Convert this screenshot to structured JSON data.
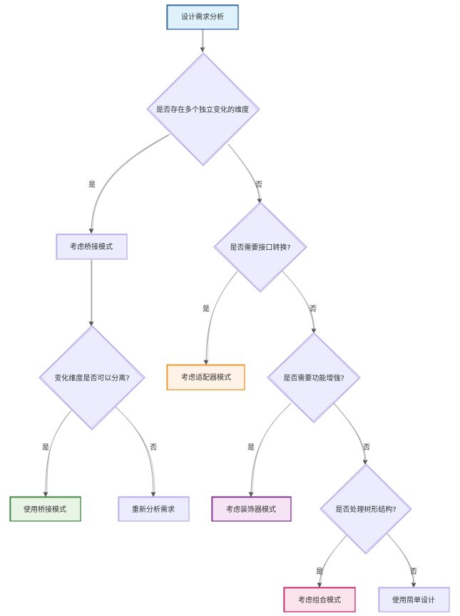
{
  "diagram": {
    "nodes": {
      "start": {
        "label": "设计需求分析",
        "fill": "#dff2fb",
        "stroke": "#1f5a96"
      },
      "q_dims": {
        "label": "是否存在多个独立变化的维度",
        "fill": "#ececfe",
        "stroke": "#b4a6e6"
      },
      "bridge": {
        "label": "考虑桥接模式",
        "fill": "#ececfe",
        "stroke": "#b4a6e6"
      },
      "q_interface": {
        "label": "是否需要接口转换?",
        "fill": "#ececfe",
        "stroke": "#b4a6e6"
      },
      "q_separable": {
        "label": "变化维度是否可以分离?",
        "fill": "#ececfe",
        "stroke": "#b4a6e6"
      },
      "adapter": {
        "label": "考虑适配器模式",
        "fill": "#fef3e6",
        "stroke": "#ef8c1a"
      },
      "q_enhance": {
        "label": "是否需要功能增强?",
        "fill": "#ececfe",
        "stroke": "#b4a6e6"
      },
      "use_bridge": {
        "label": "使用桥接模式",
        "fill": "#e8f4e4",
        "stroke": "#2e7d32"
      },
      "reanalyze": {
        "label": "重新分析需求",
        "fill": "#ececfe",
        "stroke": "#b4a6e6"
      },
      "decorator": {
        "label": "考虑装饰器模式",
        "fill": "#f4e4f4",
        "stroke": "#7b1f8c"
      },
      "q_tree": {
        "label": "是否处理树形结构?",
        "fill": "#ececfe",
        "stroke": "#b4a6e6"
      },
      "composite": {
        "label": "考虑组合模式",
        "fill": "#fce4ec",
        "stroke": "#c2185b"
      },
      "simple": {
        "label": "使用简单设计",
        "fill": "#ececfe",
        "stroke": "#b4a6e6"
      }
    },
    "edge_labels": {
      "dims_yes": "是",
      "dims_no": "否",
      "interface_yes": "是",
      "interface_no": "否",
      "separable_yes": "是",
      "separable_no": "否",
      "enhance_yes": "是",
      "enhance_no": "否",
      "tree_yes": "是",
      "tree_no": "否"
    },
    "edge_color": "#9a9a9a",
    "arrow_color": "#555555"
  }
}
